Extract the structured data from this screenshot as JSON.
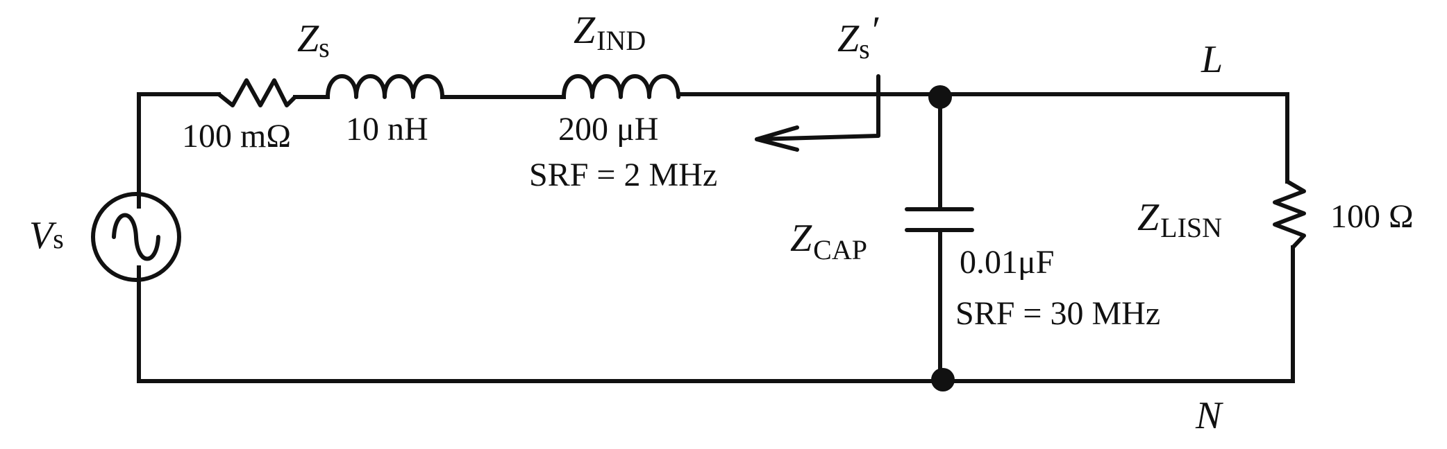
{
  "source": {
    "symbol": "V",
    "subscript": "s"
  },
  "source_impedance": {
    "symbol": "Z",
    "subscript": "s",
    "resistor_value": "100 mΩ",
    "inductor_value": "10 nH"
  },
  "filter_inductor": {
    "symbol": "Z",
    "subscript": "IND",
    "value": "200 μH",
    "srf": "SRF = 2 MHz"
  },
  "looking_impedance": {
    "symbol": "Z",
    "subscript": "s",
    "prime": "′"
  },
  "filter_capacitor": {
    "symbol": "Z",
    "subscript": "CAP",
    "value": "0.01μF",
    "srf": "SRF = 30 MHz"
  },
  "lisn": {
    "symbol": "Z",
    "subscript": "LISN",
    "value": "100 Ω"
  },
  "lines": {
    "line_label": "L",
    "neutral_label": "N"
  }
}
